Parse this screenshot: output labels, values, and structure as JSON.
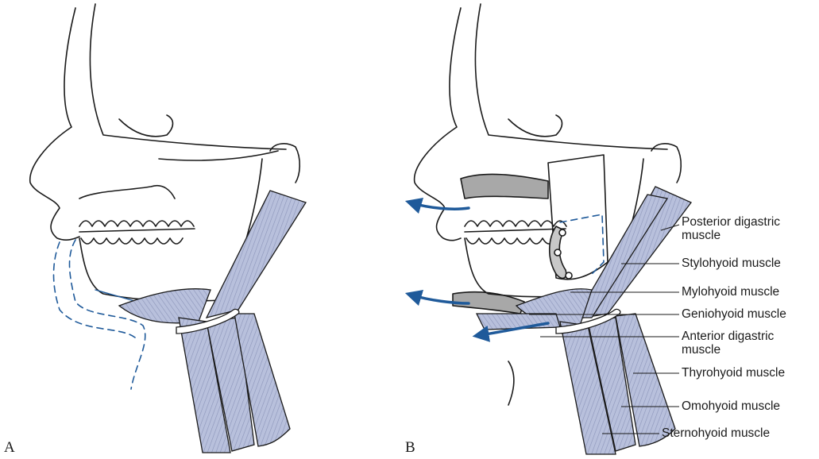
{
  "panels": [
    {
      "letter": "A"
    },
    {
      "letter": "B"
    }
  ],
  "labels": [
    {
      "line1": "Posterior digastric",
      "line2": "muscle"
    },
    {
      "line1": "Stylohyoid muscle",
      "line2": ""
    },
    {
      "line1": "Mylohyoid muscle",
      "line2": ""
    },
    {
      "line1": "Geniohyoid muscle",
      "line2": ""
    },
    {
      "line1": "Anterior digastric",
      "line2": "muscle"
    },
    {
      "line1": "Thyrohyoid muscle",
      "line2": ""
    },
    {
      "line1": "Omohyoid muscle",
      "line2": ""
    },
    {
      "line1": "Sternohyoid muscle",
      "line2": ""
    }
  ],
  "colors": {
    "outline": "#1a1a1a",
    "muscle_fill": "#b8c0dc",
    "muscle_fiber": "#7d86ab",
    "arrow": "#1f5a9a",
    "dashed": "#1f5a9a",
    "bone_shade": "#9a9a9a"
  }
}
